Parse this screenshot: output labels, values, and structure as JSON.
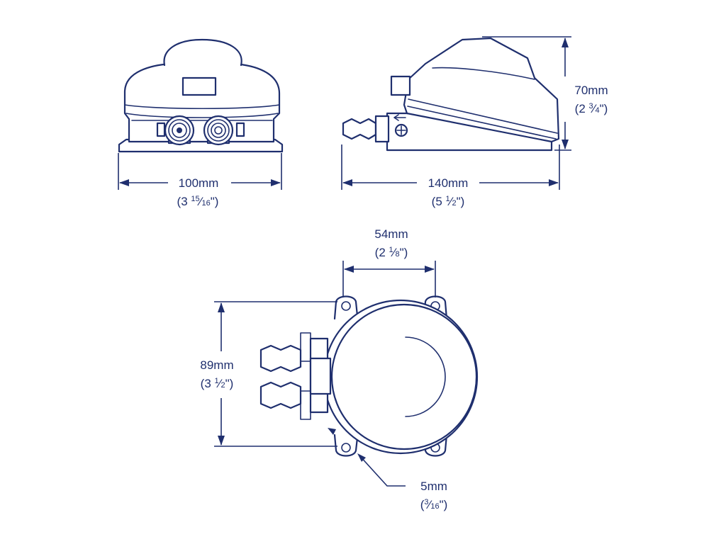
{
  "colors": {
    "ink": "#1f2f6e",
    "background": "#ffffff"
  },
  "dimensions": {
    "front_width": {
      "metric": "100mm",
      "imperial_whole": "(3 ",
      "imperial_num": "15",
      "imperial_sep": "⁄",
      "imperial_den": "16",
      "imperial_close": "\")"
    },
    "side_length": {
      "metric": "140mm",
      "imperial_whole": "(5 ",
      "imperial_num": "1",
      "imperial_sep": "⁄",
      "imperial_den": "2",
      "imperial_close": "\")"
    },
    "side_height": {
      "metric": "70mm",
      "imperial_whole": "(2 ",
      "imperial_num": "3",
      "imperial_sep": "⁄",
      "imperial_den": "4",
      "imperial_close": "\")"
    },
    "top_mount_spacing": {
      "metric": "54mm",
      "imperial_whole": "(2 ",
      "imperial_num": "1",
      "imperial_sep": "⁄",
      "imperial_den": "8",
      "imperial_close": "\")"
    },
    "top_depth": {
      "metric": "89mm",
      "imperial_whole": "(3 ",
      "imperial_num": "1",
      "imperial_sep": "⁄",
      "imperial_den": "2",
      "imperial_close": "\")"
    },
    "mount_hole": {
      "metric": "5mm",
      "imperial_whole": "(",
      "imperial_num": "3",
      "imperial_sep": "⁄",
      "imperial_den": "16",
      "imperial_close": "\")"
    }
  }
}
